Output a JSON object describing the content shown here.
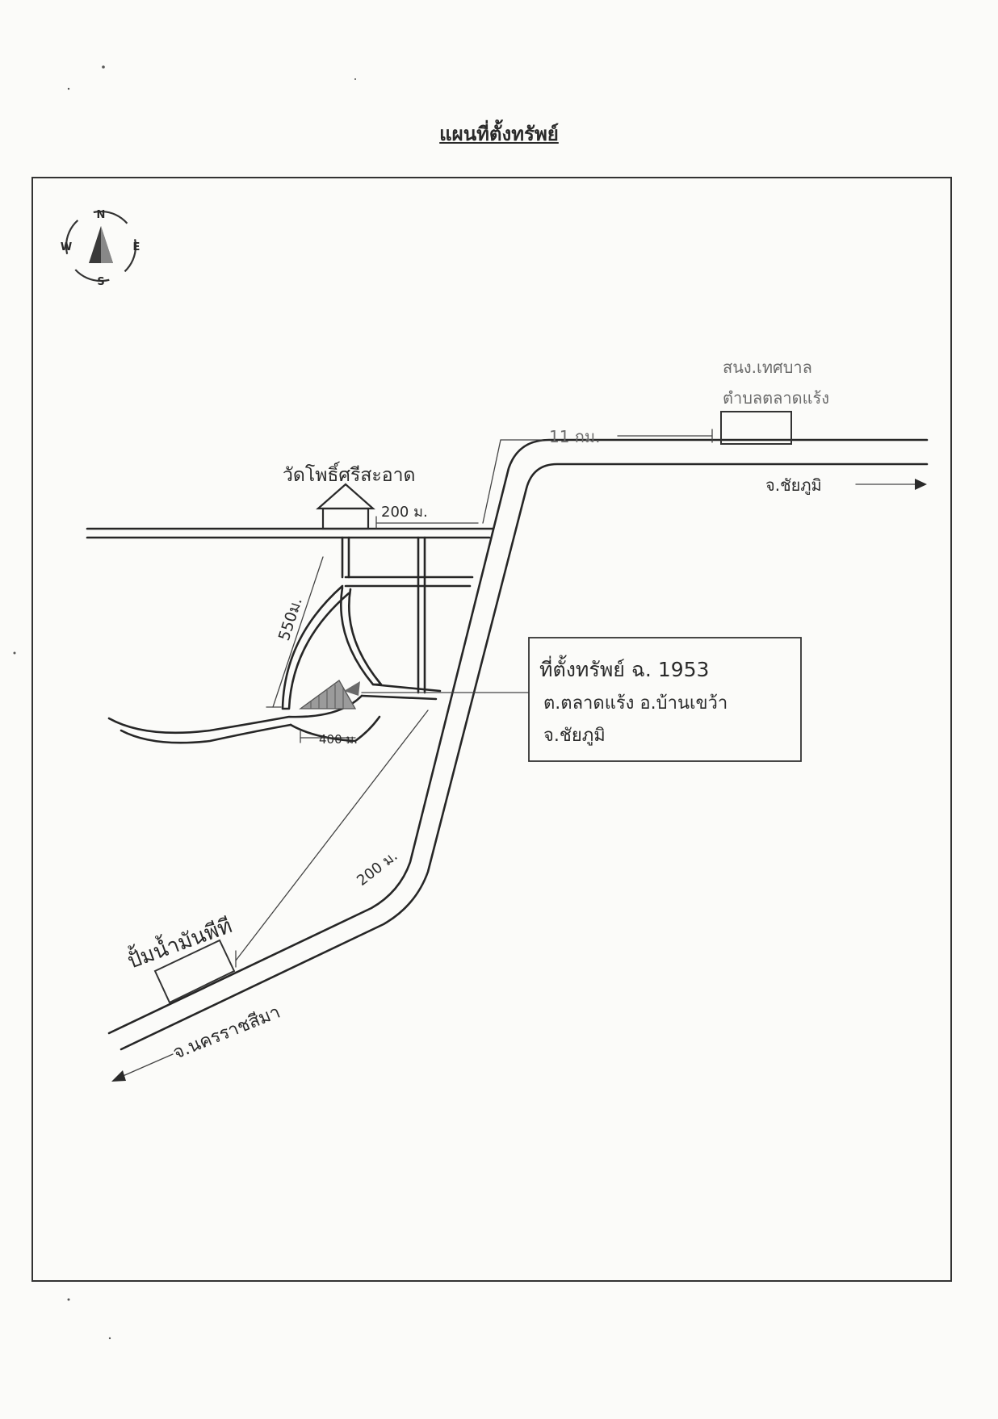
{
  "title": "แผนที่ตั้งทรัพย์",
  "compass": {
    "n": "N",
    "s": "S",
    "e": "E",
    "w": "W"
  },
  "labels": {
    "municipality_line1": "สนง.เทศบาล",
    "municipality_line2": "ตำบลตลาดแร้ง",
    "distance_11km": "11 กม.",
    "temple": "วัดโพธิ์ศรีสะอาด",
    "distance_200m_temple": "200 ม.",
    "to_chaiyaphum": "จ.ชัยภูมิ",
    "distance_550m": "550ม.",
    "distance_400m": "400 ม.",
    "distance_200m_road": "200 ม.",
    "gas_station": "ปั้มน้ำมันพีที",
    "to_nakhonratchasima": "จ.นครราชสีมา"
  },
  "property_box": {
    "line1": "ที่ตั้งทรัพย์ ฉ. 1953",
    "line2": "ต.ตลาดแร้ง อ.บ้านเขว้า",
    "line3": "จ.ชัยภูมิ"
  }
}
